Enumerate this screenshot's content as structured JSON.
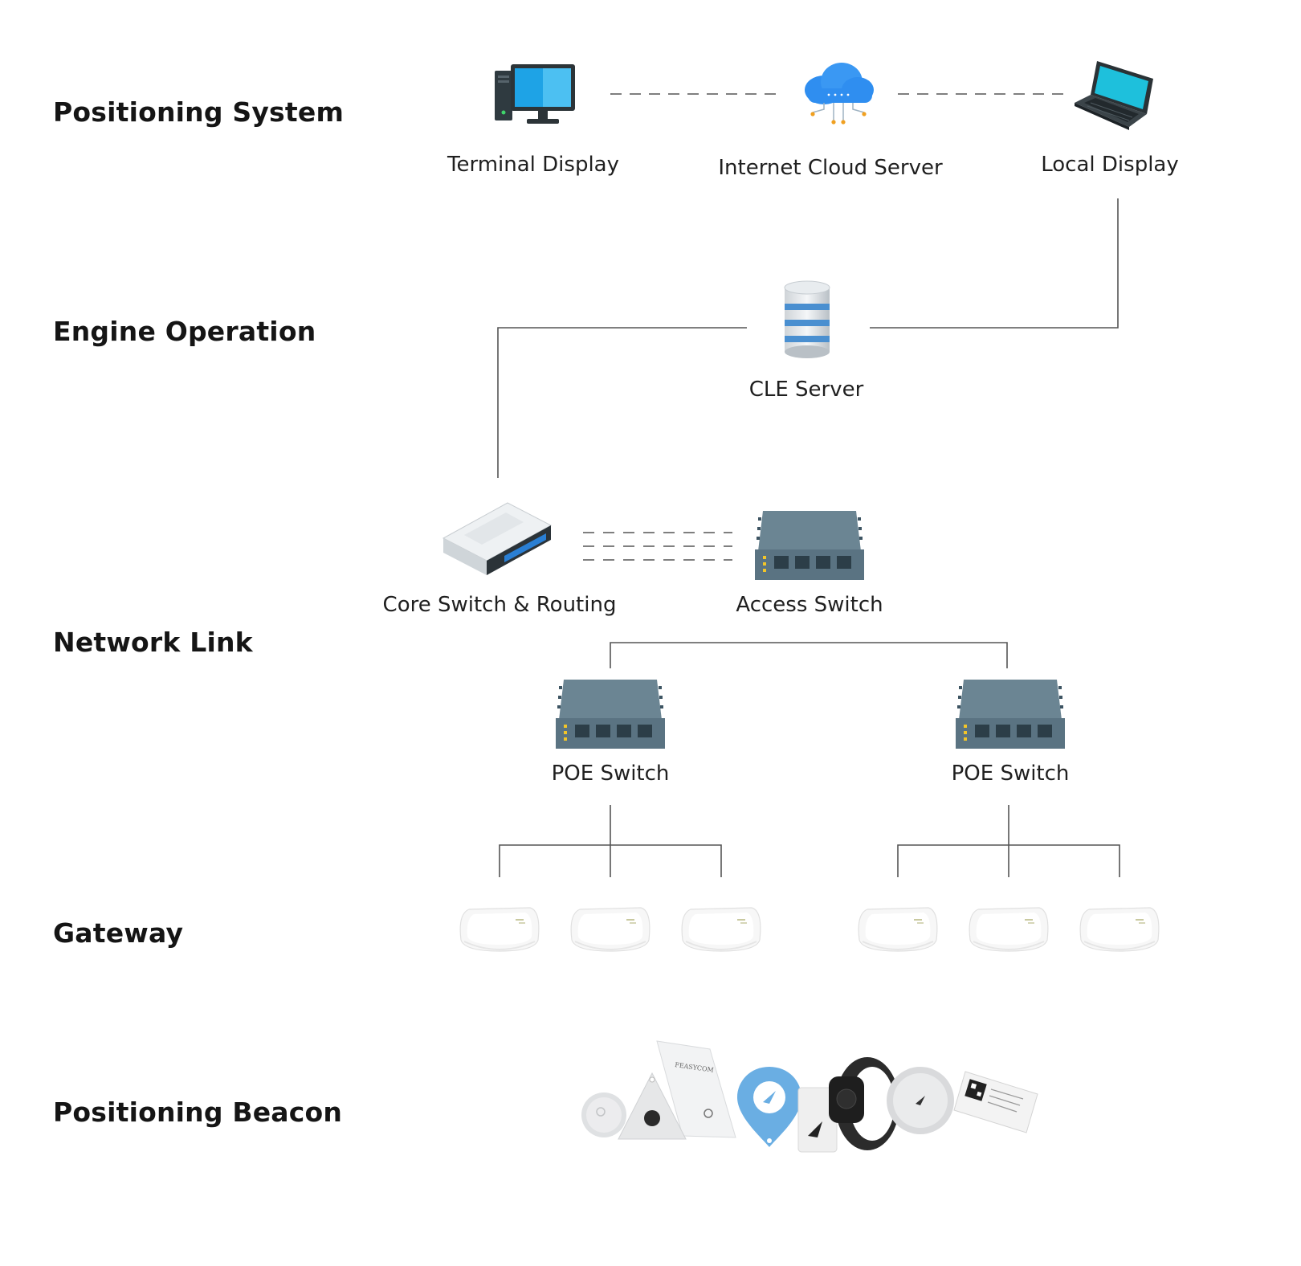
{
  "layers": {
    "positioning_system": "Positioning System",
    "engine_operation": "Engine Operation",
    "network_link": "Network Link",
    "gateway": "Gateway",
    "positioning_beacon": "Positioning Beacon"
  },
  "nodes": {
    "terminal_display": "Terminal Display",
    "internet_cloud_server": "Internet Cloud Server",
    "local_display": "Local Display",
    "cle_server": "CLE Server",
    "core_switch": "Core Switch & Routing",
    "access_switch": "Access Switch",
    "poe_switch_left": "POE Switch",
    "poe_switch_right": "POE Switch"
  },
  "beacon_brand": "FEASYCOM",
  "colors": {
    "line": "#555555",
    "switch_body": "#5a7382",
    "monitor_screen": "#1ea3e6",
    "cloud": "#2f8ef0",
    "cloud_dot": "#f0a020"
  }
}
